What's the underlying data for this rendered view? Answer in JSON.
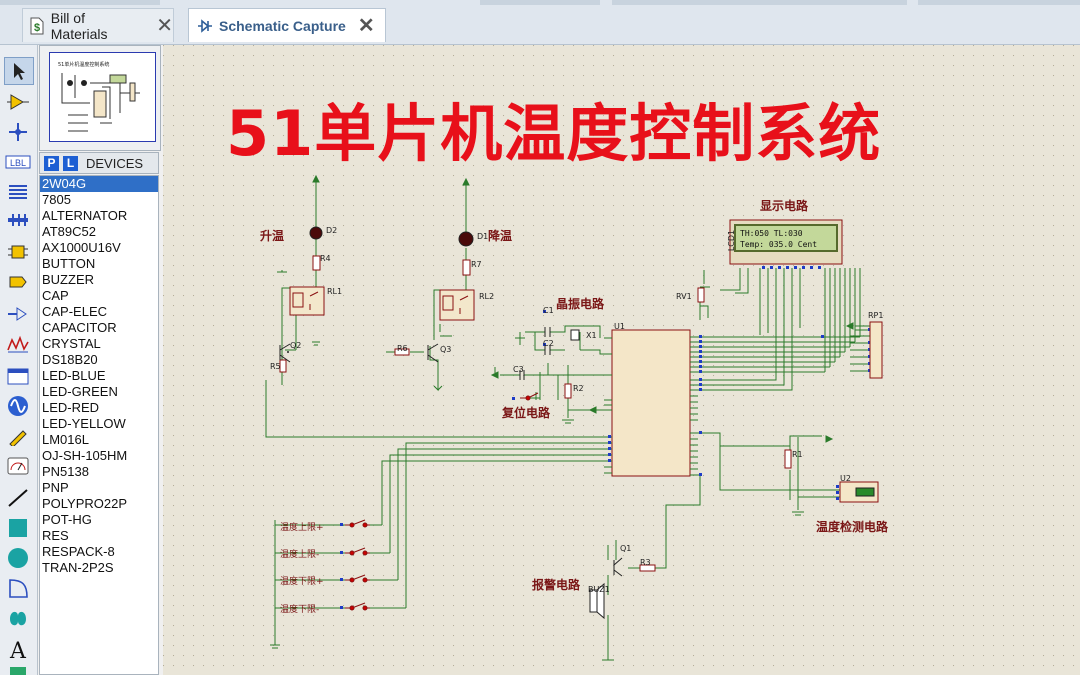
{
  "tabs": [
    {
      "label": "Bill of Materials",
      "icon": "bom-dollar-icon"
    },
    {
      "label": "Schematic Capture",
      "icon": "schematic-icon"
    }
  ],
  "panel": {
    "pick_label": "P",
    "lib_label": "L",
    "title": "DEVICES",
    "devices": [
      "2W04G",
      "7805",
      "ALTERNATOR",
      "AT89C52",
      "AX1000U16V",
      "BUTTON",
      "BUZZER",
      "CAP",
      "CAP-ELEC",
      "CAPACITOR",
      "CRYSTAL",
      "DS18B20",
      "LED-BLUE",
      "LED-GREEN",
      "LED-RED",
      "LED-YELLOW",
      "LM016L",
      "OJ-SH-105HM",
      "PN5138",
      "PNP",
      "POLYPRO22P",
      "POT-HG",
      "RES",
      "RESPACK-8",
      "TRAN-2P2S"
    ],
    "selected": "2W04G"
  },
  "tools": [
    "pointer-icon",
    "component-icon",
    "junction-icon",
    "label-icon",
    "text-script-icon",
    "bus-icon",
    "subcircuit-icon",
    "terminal-icon",
    "pin-icon",
    "graph-icon",
    "tape-icon",
    "generator-icon",
    "probe-icon",
    "meter-icon",
    "line-icon",
    "box-icon",
    "circle-icon",
    "arc-icon",
    "path-icon",
    "text-icon",
    "symbol-icon"
  ],
  "schematic": {
    "title": "51单片机温度控制系统",
    "labels": {
      "heat": "升温",
      "cool": "降温",
      "display": "显示电路",
      "crystal": "晶振电路",
      "reset": "复位电路",
      "alarm": "报警电路",
      "temp_detect": "温度检测电路"
    },
    "switches": [
      "温度上限+",
      "温度上限-",
      "温度下限+",
      "温度下限-"
    ],
    "lcd_lines": [
      "TH:050 TL:030",
      "Temp: 035.0 Cent"
    ],
    "refs": {
      "d2": "D2",
      "d1": "D1",
      "r4": "R4",
      "r7": "R7",
      "rl1": "RL1",
      "rl2": "RL2",
      "q2": "Q2",
      "q3": "Q3",
      "r5": "R5",
      "r6": "R6",
      "c1": "C1",
      "c2": "C2",
      "c3": "C3",
      "x1": "X1",
      "u1": "U1",
      "r2": "R2",
      "rv1": "RV1",
      "lcd1": "LCD1",
      "rp1": "RP1",
      "r1": "R1",
      "u2": "U2",
      "q1": "Q1",
      "r3": "R3",
      "buz1": "BUZ1"
    }
  }
}
